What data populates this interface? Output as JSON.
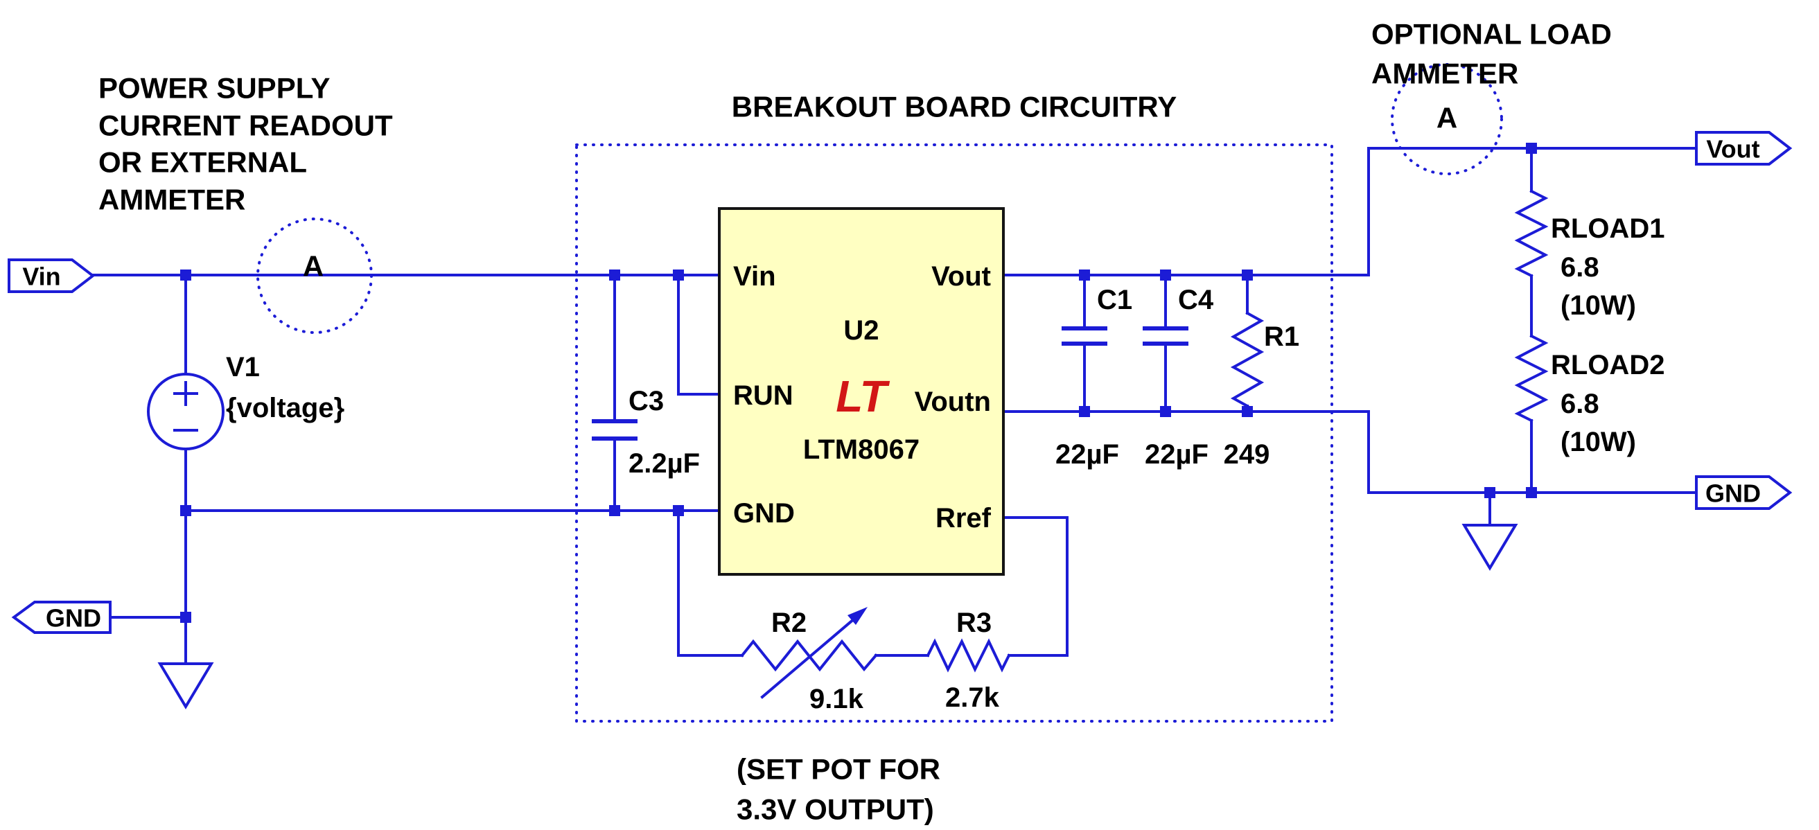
{
  "colors": {
    "wire": "#1C1CD6",
    "label": "#000000",
    "logo_red": "#D21616",
    "module_fill": "#FFFFC2",
    "module_border": "#141414"
  },
  "annotations": {
    "power_note": [
      "POWER SUPPLY",
      "CURRENT READOUT",
      "OR EXTERNAL",
      "AMMETER"
    ],
    "breakout_title": "BREAKOUT BOARD CIRCUITRY",
    "load_note": [
      "OPTIONAL LOAD",
      "AMMETER"
    ],
    "pot_note": [
      "(SET POT FOR",
      "3.3V OUTPUT)"
    ]
  },
  "nets": {
    "vin": "Vin",
    "gnd_left": "GND",
    "vout": "Vout",
    "gnd_right": "GND"
  },
  "ammeters": {
    "input": "A",
    "load": "A"
  },
  "components": {
    "v1": {
      "ref": "V1",
      "value": "{voltage}"
    },
    "c3": {
      "ref": "C3",
      "value": "2.2µF"
    },
    "u2": {
      "ref": "U2",
      "part": "LTM8067",
      "logo": "LT",
      "pins": {
        "vin": "Vin",
        "run": "RUN",
        "gnd": "GND",
        "vout": "Vout",
        "voutn": "Voutn",
        "rref": "Rref"
      }
    },
    "c1": {
      "ref": "C1",
      "value": "22µF"
    },
    "c4": {
      "ref": "C4",
      "value": "22µF"
    },
    "r1": {
      "ref": "R1",
      "value": "249"
    },
    "r2": {
      "ref": "R2",
      "value": "9.1k"
    },
    "r3": {
      "ref": "R3",
      "value": "2.7k"
    },
    "rload1": {
      "ref": "RLOAD1",
      "value": "6.8",
      "power": "(10W)"
    },
    "rload2": {
      "ref": "RLOAD2",
      "value": "6.8",
      "power": "(10W)"
    }
  }
}
